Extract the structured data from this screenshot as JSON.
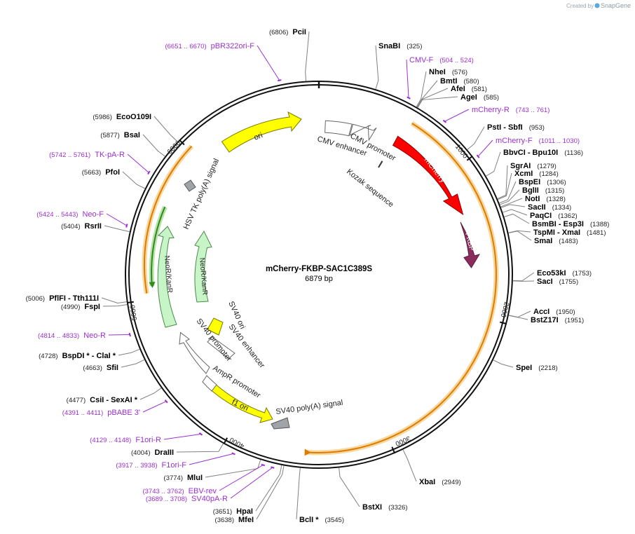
{
  "credit": {
    "prefix": "Created by",
    "brand": "SnapGene"
  },
  "plasmid": {
    "name": "mCherry-FKBP-SAC1C389S",
    "length_label": "6879 bp",
    "length": 6879
  },
  "ticks": [
    "1000",
    "2000",
    "3000",
    "4000",
    "5000",
    "6000"
  ],
  "sites": [
    {
      "name": "PciI",
      "pos": "(6806)",
      "bp": 6806
    },
    {
      "name": "SnaBI",
      "pos": "(325)",
      "bp": 325
    },
    {
      "name": "NheI",
      "pos": "(576)",
      "bp": 576
    },
    {
      "name": "BmtI",
      "pos": "(580)",
      "bp": 580
    },
    {
      "name": "AfeI",
      "pos": "(581)",
      "bp": 581
    },
    {
      "name": "AgeI",
      "pos": "(585)",
      "bp": 585
    },
    {
      "name": "PstI - SbfI",
      "pos": "(953)",
      "bp": 953
    },
    {
      "name": "BbvCI - Bpu10I",
      "pos": "(1136)",
      "bp": 1136
    },
    {
      "name": "SgrAI",
      "pos": "(1279)",
      "bp": 1279
    },
    {
      "name": "XcmI",
      "pos": "(1284)",
      "bp": 1284
    },
    {
      "name": "BspEI",
      "pos": "(1306)",
      "bp": 1306
    },
    {
      "name": "BglII",
      "pos": "(1315)",
      "bp": 1315
    },
    {
      "name": "NotI",
      "pos": "(1328)",
      "bp": 1328
    },
    {
      "name": "SacII",
      "pos": "(1334)",
      "bp": 1334
    },
    {
      "name": "PaqCI",
      "pos": "(1362)",
      "bp": 1362
    },
    {
      "name": "BsmBI - Esp3I",
      "pos": "(1388)",
      "bp": 1388
    },
    {
      "name": "TspMI - XmaI",
      "pos": "(1481)",
      "bp": 1481
    },
    {
      "name": "SmaI",
      "pos": "(1483)",
      "bp": 1483
    },
    {
      "name": "Eco53kI",
      "pos": "(1753)",
      "bp": 1753
    },
    {
      "name": "SacI",
      "pos": "(1755)",
      "bp": 1755
    },
    {
      "name": "AccI",
      "pos": "(1950)",
      "bp": 1950
    },
    {
      "name": "BstZ17I",
      "pos": "(1951)",
      "bp": 1951
    },
    {
      "name": "SpeI",
      "pos": "(2218)",
      "bp": 2218
    },
    {
      "name": "XbaI",
      "pos": "(2949)",
      "bp": 2949
    },
    {
      "name": "BstXI",
      "pos": "(3326)",
      "bp": 3326
    },
    {
      "name": "BclI *",
      "pos": "(3545)",
      "bp": 3545
    },
    {
      "name": "MfeI",
      "pos": "(3638)",
      "bp": 3638
    },
    {
      "name": "HpaI",
      "pos": "(3651)",
      "bp": 3651
    },
    {
      "name": "MluI",
      "pos": "(3774)",
      "bp": 3774
    },
    {
      "name": "DraIII",
      "pos": "(4004)",
      "bp": 4004
    },
    {
      "name": "CsiI - SexAI *",
      "pos": "(4477)",
      "bp": 4477
    },
    {
      "name": "SfiI",
      "pos": "(4663)",
      "bp": 4663
    },
    {
      "name": "BspDI * - ClaI *",
      "pos": "(4728)",
      "bp": 4728
    },
    {
      "name": "FspI",
      "pos": "(4990)",
      "bp": 4990
    },
    {
      "name": "PflFI - Tth111I",
      "pos": "(5006)",
      "bp": 5006
    },
    {
      "name": "RsrII",
      "pos": "(5404)",
      "bp": 5404
    },
    {
      "name": "PfoI",
      "pos": "(5663)",
      "bp": 5663
    },
    {
      "name": "BsaI",
      "pos": "(5877)",
      "bp": 5877
    },
    {
      "name": "EcoO109I",
      "pos": "(5986)",
      "bp": 5986
    }
  ],
  "primers": [
    {
      "name": "pBR322ori-F",
      "pos": "(6651 .. 6670)",
      "bp": 6660
    },
    {
      "name": "CMV-F",
      "pos": "(504 .. 524)",
      "bp": 514
    },
    {
      "name": "mCherry-R",
      "pos": "(743 .. 761)",
      "bp": 752
    },
    {
      "name": "mCherry-F",
      "pos": "(1011 .. 1030)",
      "bp": 1020
    },
    {
      "name": "TK-pA-R",
      "pos": "(5742 .. 5761)",
      "bp": 5751
    },
    {
      "name": "Neo-F",
      "pos": "(5424 .. 5443)",
      "bp": 5433
    },
    {
      "name": "Neo-R",
      "pos": "(4814 .. 4833)",
      "bp": 4823
    },
    {
      "name": "pBABE 3'",
      "pos": "(4391 .. 4411)",
      "bp": 4401
    },
    {
      "name": "F1ori-R",
      "pos": "(4129 .. 4148)",
      "bp": 4138
    },
    {
      "name": "F1ori-F",
      "pos": "(3917 .. 3938)",
      "bp": 3927
    },
    {
      "name": "EBV-rev",
      "pos": "(3743 .. 3762)",
      "bp": 3752
    },
    {
      "name": "SV40pA-R",
      "pos": "(3689 .. 3708)",
      "bp": 3698
    }
  ],
  "features": [
    {
      "name": "CMV enhancer",
      "color": "#ffffff"
    },
    {
      "name": "CMV promoter",
      "color": "#ffffff"
    },
    {
      "name": "Kozak sequence",
      "color": "#555555"
    },
    {
      "name": "mCherry",
      "color": "#ff0000"
    },
    {
      "name": "FKBP",
      "color": "#8b2c5c"
    },
    {
      "name": "SV40 poly(A) signal",
      "color": "#a0a4a8"
    },
    {
      "name": "f1 ori",
      "color": "#ffff00"
    },
    {
      "name": "AmpR promoter",
      "color": "#ffffff"
    },
    {
      "name": "SV40 promoter",
      "color": "#ffffff"
    },
    {
      "name": "SV40 enhancer",
      "color": "#ffffff"
    },
    {
      "name": "SV40 ori",
      "color": "#ffff00"
    },
    {
      "name": "NeoR/KanR",
      "color": "#c8f5c8"
    },
    {
      "name": "NeoR/KanR",
      "color": "#c8f5c8"
    },
    {
      "name": "HSV TK poly(A) signal",
      "color": "#a0a4a8"
    },
    {
      "name": "ori",
      "color": "#ffff00"
    }
  ],
  "orf_colors": {
    "orf": "#e07b00",
    "orf_halo": "#f6d9a0",
    "neo_orf": "#2f8a1e",
    "neo_halo": "#b8e3a8",
    "primer": "#9b30d0"
  }
}
